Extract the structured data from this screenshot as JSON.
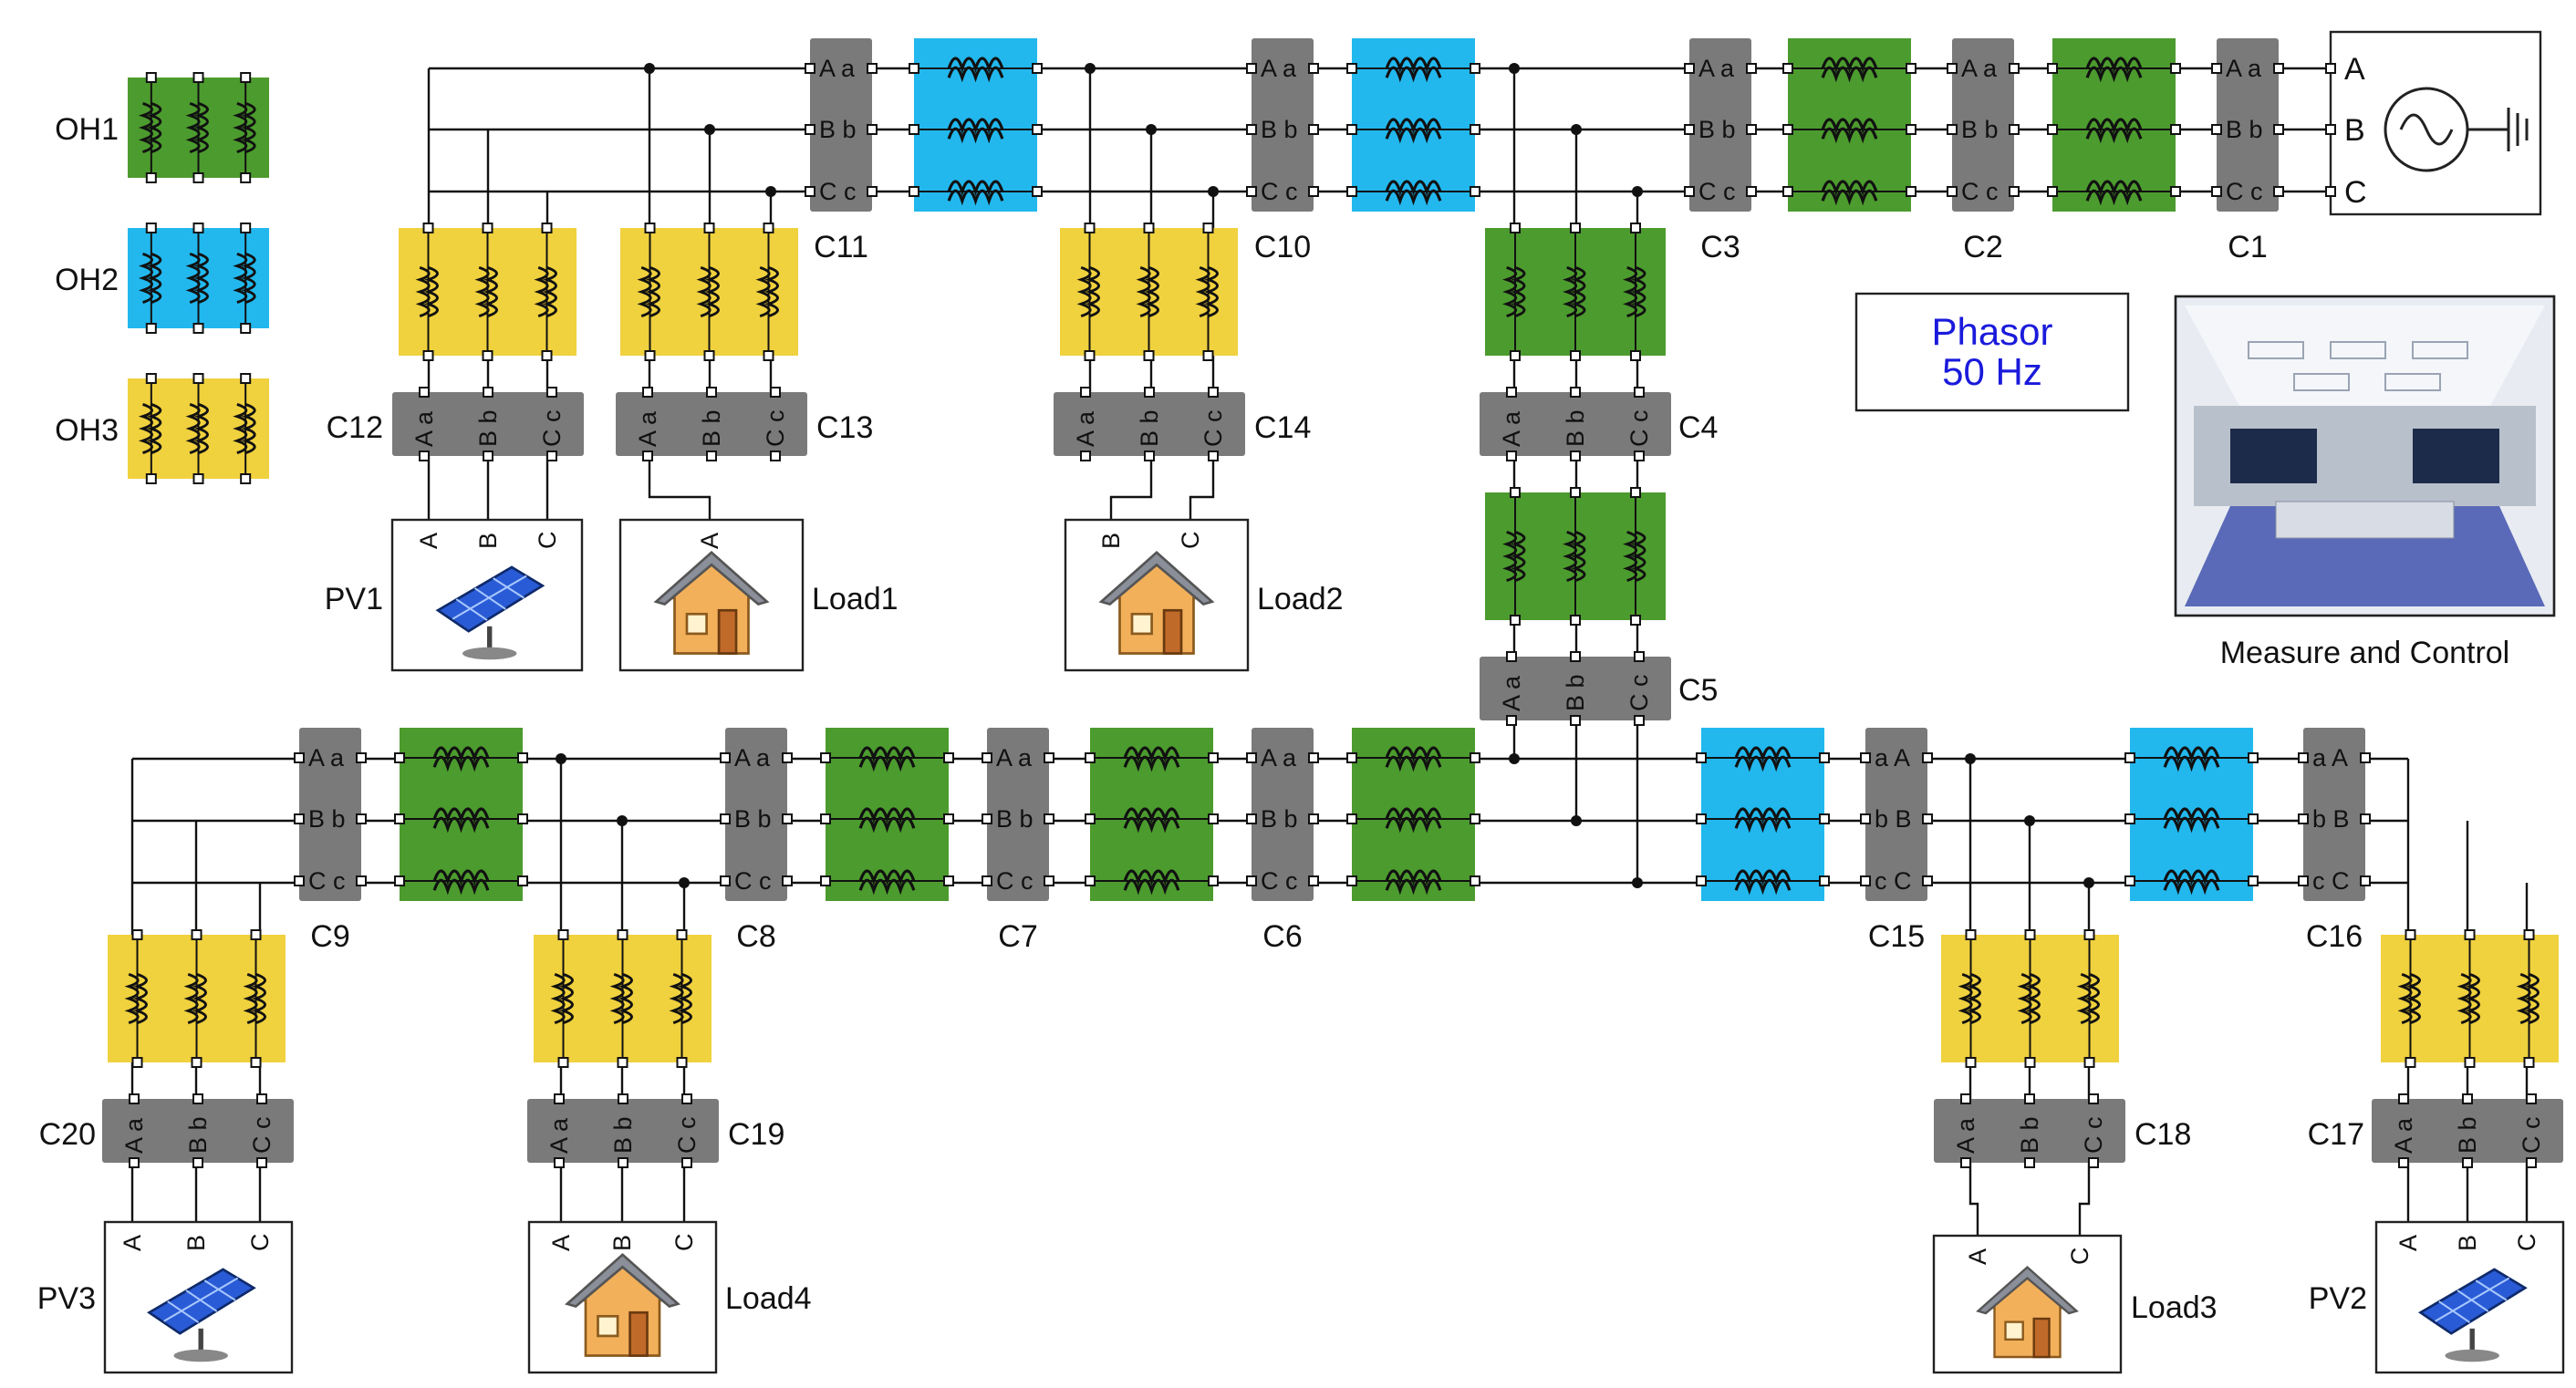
{
  "legend": [
    {
      "label": "OH1",
      "color": "#4c9b2e"
    },
    {
      "label": "OH2",
      "color": "#22b8ee"
    },
    {
      "label": "OH3",
      "color": "#f0d13e"
    }
  ],
  "switch_labels": [
    "C1",
    "C2",
    "C3",
    "C4",
    "C5",
    "C6",
    "C7",
    "C8",
    "C9",
    "C10",
    "C11",
    "C12",
    "C13",
    "C14",
    "C15",
    "C16",
    "C17",
    "C18",
    "C19",
    "C20"
  ],
  "phase_lower": [
    "a",
    "b",
    "c"
  ],
  "phase_upper": [
    "A",
    "B",
    "C"
  ],
  "source_ports": [
    "A",
    "B",
    "C"
  ],
  "phasor_block": {
    "line1": "Phasor",
    "line2": "50 Hz"
  },
  "measure_control": {
    "caption": "Measure and Control",
    "icon": "control-room-image"
  },
  "pv_units": [
    "PV1",
    "PV2",
    "PV3"
  ],
  "loads": [
    "Load1",
    "Load2",
    "Load3",
    "Load4"
  ],
  "colors": {
    "switch": "#7a7a7a",
    "wire": "#111111",
    "oh1": "#4c9b2e",
    "oh2": "#22b8ee",
    "oh3": "#f0d13e",
    "phasor_text": "#1a1adc"
  }
}
